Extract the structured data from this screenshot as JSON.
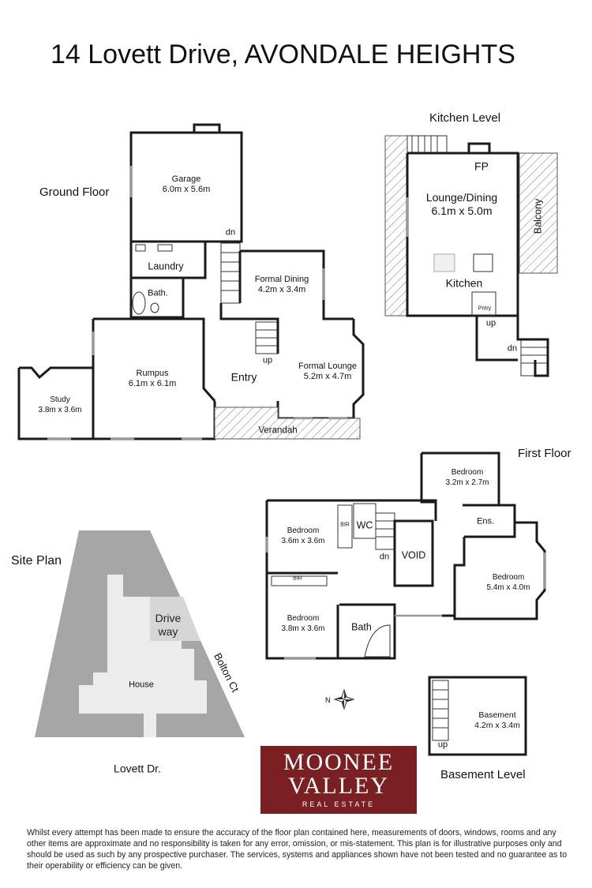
{
  "title": "14 Lovett Drive, AVONDALE HEIGHTS",
  "levels": {
    "ground": "Ground Floor",
    "kitchen": "Kitchen Level",
    "first": "First Floor",
    "site": "Site Plan",
    "basement": "Basement Level"
  },
  "ground_rooms": {
    "garage": {
      "name": "Garage",
      "dims": "6.0m x 5.6m"
    },
    "laundry": {
      "name": "Laundry"
    },
    "bath": {
      "name": "Bath."
    },
    "formal_dining": {
      "name": "Formal Dining",
      "dims": "4.2m x 3.4m"
    },
    "rumpus": {
      "name": "Rumpus",
      "dims": "6.1m x 6.1m"
    },
    "study": {
      "name": "Study",
      "dims": "3.8m x 3.6m"
    },
    "entry": {
      "name": "Entry"
    },
    "formal_lounge": {
      "name": "Formal Lounge",
      "dims": "5.2m x 4.7m"
    },
    "verandah": {
      "name": "Verandah"
    },
    "dn": "dn",
    "up": "up"
  },
  "kitchen_rooms": {
    "fp": "FP",
    "lounge_dining": {
      "name": "Lounge/Dining",
      "dims": "6.1m x 5.0m"
    },
    "balcony": "Balcony",
    "kitchen": "Kitchen",
    "pntry": "Pntry",
    "up": "up",
    "dn": "dn"
  },
  "first_rooms": {
    "bedroom_a": {
      "name": "Bedroom",
      "dims": "3.2m x 2.7m"
    },
    "ens": "Ens.",
    "bedroom_b": {
      "name": "Bedroom",
      "dims": "3.6m x 3.6m"
    },
    "bir1": "BIR",
    "wc": "WC",
    "void": "VOID",
    "dn": "dn",
    "bedroom_c": {
      "name": "Bedroom",
      "dims": "5.4m x 4.0m"
    },
    "bir2": "BIR",
    "bedroom_d": {
      "name": "Bedroom",
      "dims": "3.8m x 3.6m"
    },
    "bath": "Bath"
  },
  "site": {
    "driveway_1": "Drive",
    "driveway_2": "way",
    "house": "House",
    "bolton": "Bolton Ct",
    "lovett": "Lovett Dr."
  },
  "basement": {
    "name": "Basement",
    "dims": "4.2m x 3.4m",
    "up": "up"
  },
  "logo": {
    "line1": "MOONEE",
    "line2": "VALLEY",
    "line3": "REAL ESTATE"
  },
  "disclaimer": "Whilst every attempt has been made to ensure the accuracy of the floor plan contained here, measurements of doors, windows, rooms and any other items are approximate and no responsibility is taken for any error, omission, or mis-statement. This plan is for illustrative purposes only and should be used as such by any prospective purchaser. The services, systems and appliances shown have not been tested and no guarantee as to their operability or efficiency can be given.",
  "colors": {
    "wall": "#1a1a1a",
    "logo_bg": "#7a1f22",
    "site_land": "#a6a6a6",
    "site_house": "#ececec",
    "driveway": "#d6d6d6"
  }
}
